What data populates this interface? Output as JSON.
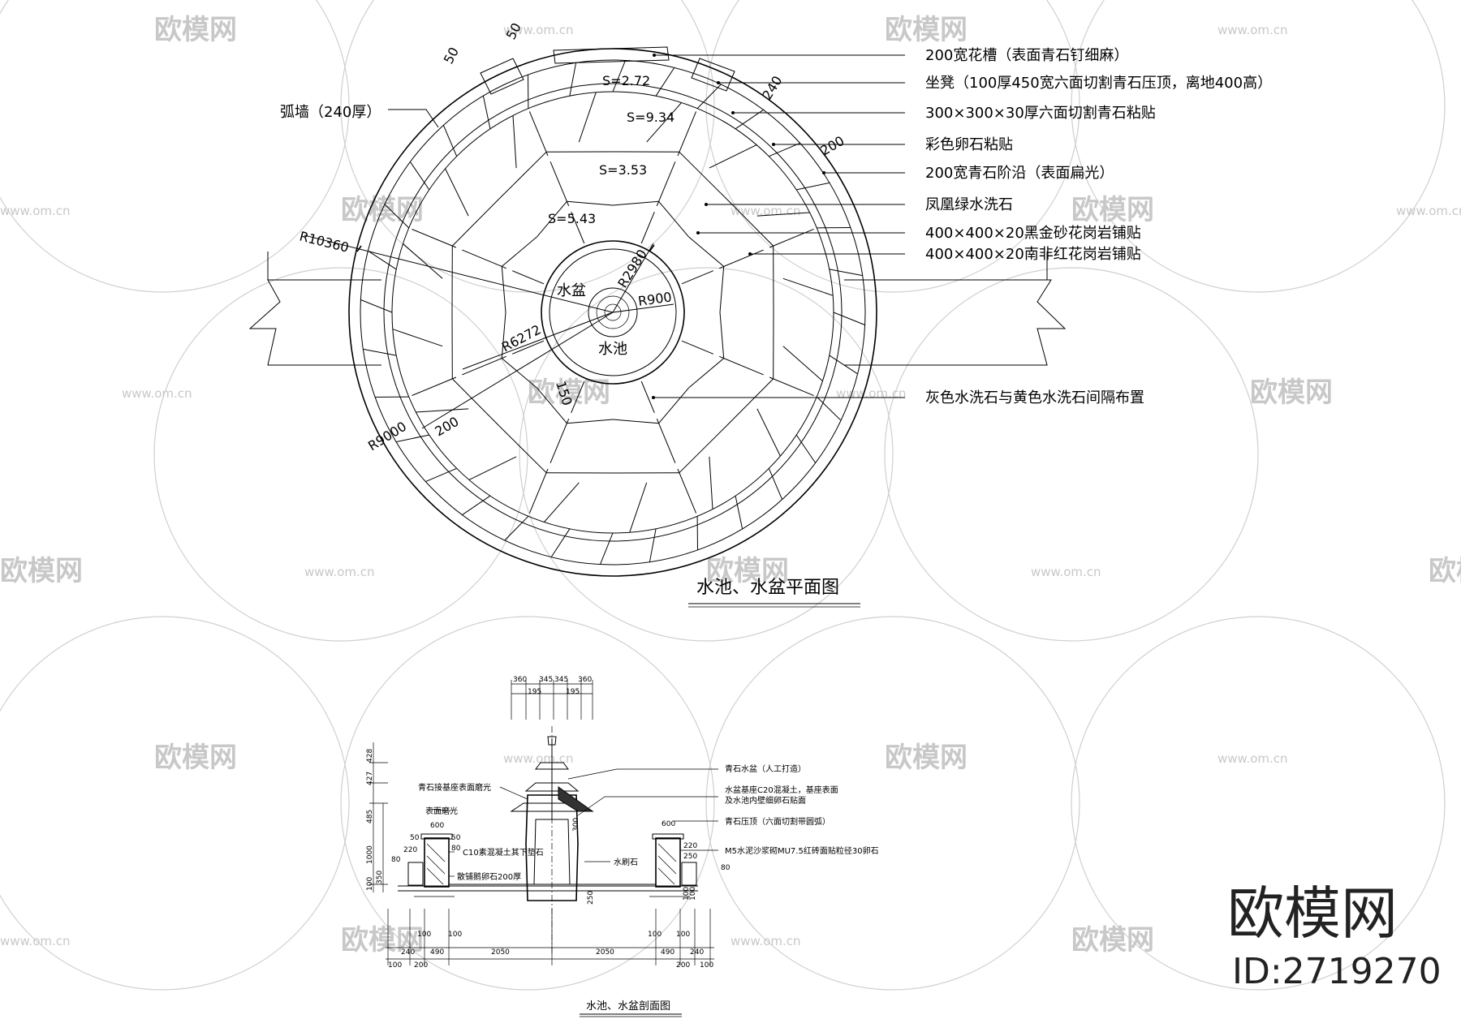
{
  "plan": {
    "title": "水池、水盆平面图",
    "labels": {
      "pot": "水盆",
      "pool": "水池",
      "arc_wall": "弧墙（240厚）"
    },
    "areas": [
      "S=2.72",
      "S=9.34",
      "S=3.53",
      "S=5.43"
    ],
    "radii": [
      "R10360",
      "R2980",
      "R900",
      "R6272",
      "R9000"
    ],
    "dims": [
      "50",
      "50",
      "240",
      "200",
      "200",
      "150"
    ],
    "notes": [
      "200宽花槽（表面青石钉细麻）",
      "坐凳（100厚450宽六面切割青石压顶，离地400高）",
      "300×300×30厚六面切割青石粘贴",
      "彩色卵石粘贴",
      "200宽青石阶沿（表面扁光）",
      "凤凰绿水洗石",
      "400×400×20黑金砂花岗岩铺贴",
      "400×400×20南非红花岗岩铺贴",
      "灰色水洗石与黄色水洗石间隔布置"
    ]
  },
  "section": {
    "title": "水池、水盆剖面图",
    "notes_left": [
      "青石接基座表面磨光",
      "表面磨光",
      "C10素混凝土其下垫石",
      "散铺鹅卵石200厚"
    ],
    "notes_right": [
      "青石水盆（人工打造）",
      "水盆基座C20混凝土，基座表面",
      "及水池内壁细卵石贴面",
      "青石压顶（六面切割带圆弧）",
      "水刷石",
      "M5水泥沙浆砌MU7.5红砖面贴粒径30卵石"
    ],
    "top_dims": [
      "360",
      "345",
      "345",
      "360",
      "195",
      "195"
    ],
    "left_dims": [
      "428",
      "427",
      "485",
      "1000",
      "350",
      "100",
      "220",
      "80",
      "50"
    ],
    "small_dims": [
      "600",
      "600",
      "50",
      "80",
      "220",
      "250",
      "300",
      "250",
      "80",
      "100",
      "100"
    ],
    "bottom_dims_row1": [
      "100",
      "100",
      "100",
      "100"
    ],
    "bottom_dims_row2": [
      "240",
      "490",
      "2050",
      "2050",
      "490",
      "240"
    ],
    "bottom_dims_row3": [
      "100",
      "200",
      "200",
      "100"
    ]
  },
  "watermark": {
    "brand": "欧模网",
    "url": "www.om.cn",
    "id_text": "ID:2719270"
  }
}
